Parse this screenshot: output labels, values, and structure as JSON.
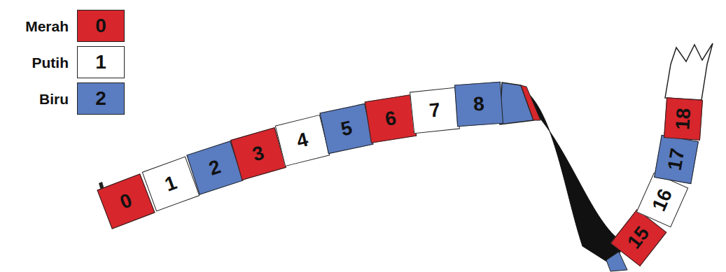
{
  "diagram": {
    "nodes": [
      {
        "text": [
          "0"
        ]
      },
      {
        "text": [
          "1"
        ]
      },
      {
        "text": [
          "2"
        ]
      },
      {
        "text": [
          "3"
        ]
      },
      {
        "text": [
          "4"
        ]
      },
      {
        "text": [
          "5"
        ]
      },
      {
        "text": [
          "6"
        ]
      },
      {
        "text": [
          "7"
        ]
      },
      {
        "text": [
          "8"
        ]
      },
      {
        "text": [
          "15"
        ]
      },
      {
        "text": [
          "16"
        ]
      },
      {
        "text": [
          "17"
        ]
      },
      {
        "text": [
          "18"
        ]
      }
    ],
    "labels": [
      "0",
      "1",
      "2"
    ],
    "legend": [
      {
        "text": "Merah",
        "color": "#d7262c"
      },
      {
        "text": "Putih",
        "color": "#ffffff"
      },
      {
        "text": "Biru",
        "color": "#5a7cc0"
      }
    ]
  }
}
